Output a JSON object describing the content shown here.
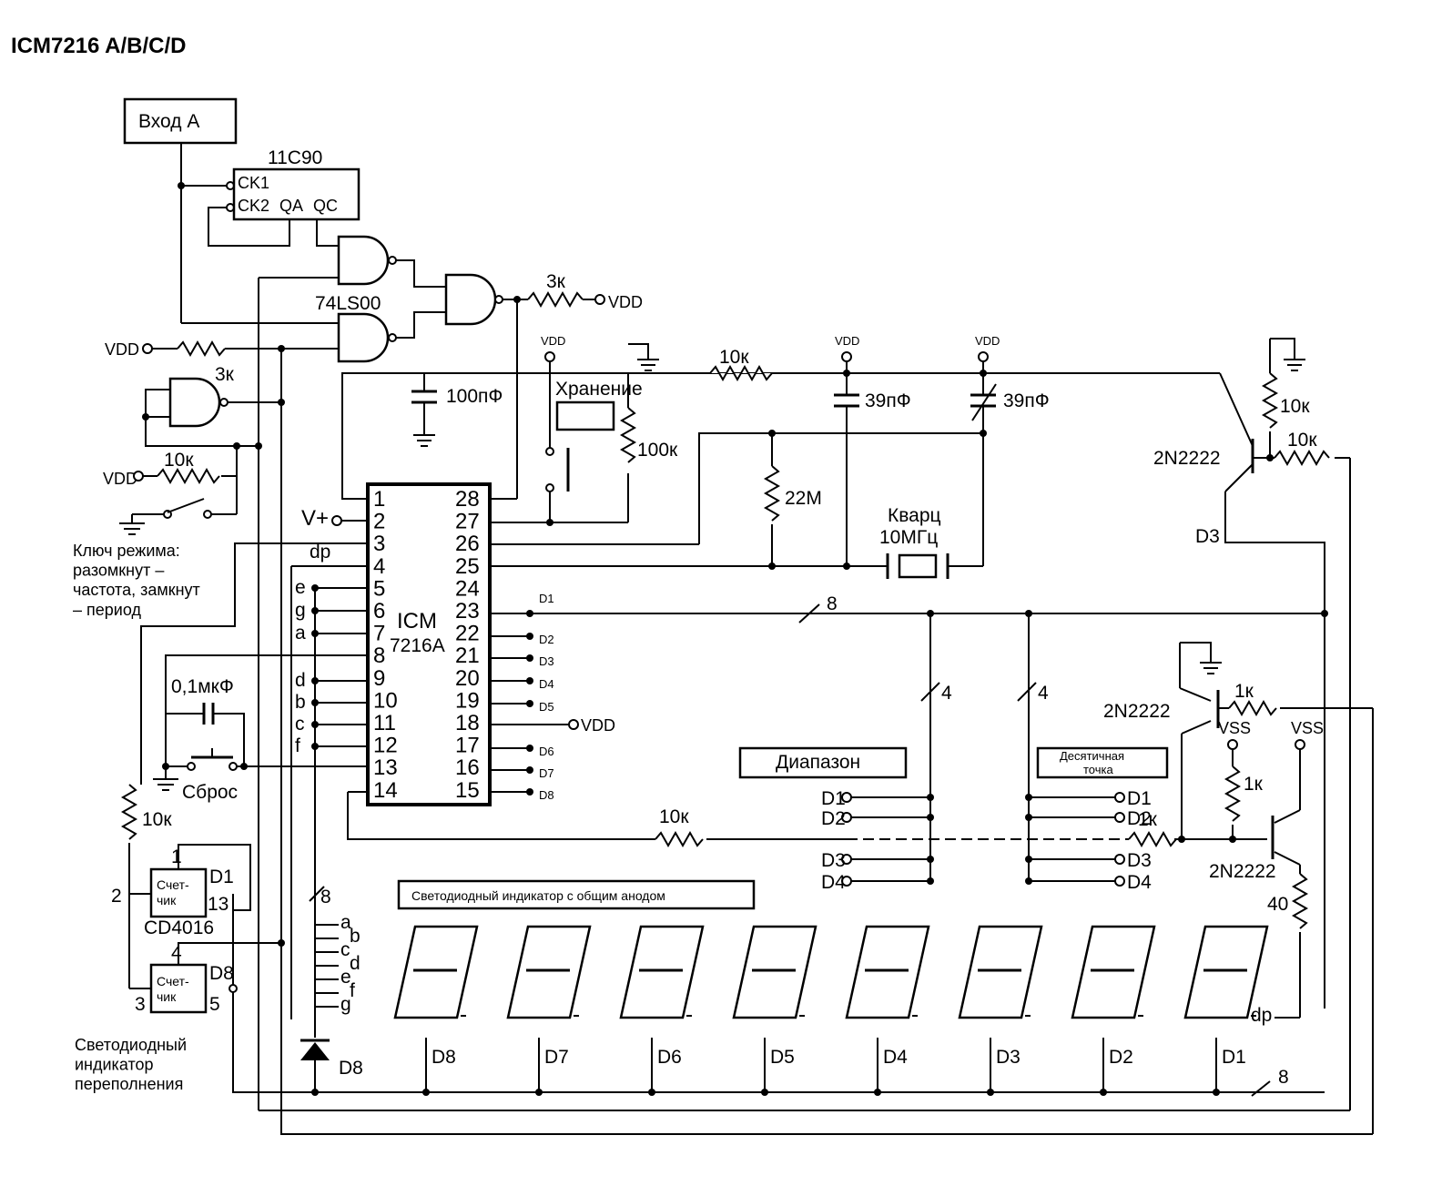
{
  "title": "ICM7216 A/B/C/D",
  "input_box": "Вход А",
  "chips": {
    "divider": {
      "name": "11C90",
      "ck1": "CK1",
      "ck2": "CK2",
      "qa": "QA",
      "qc": "QC"
    },
    "gates": "74LS00",
    "main_line1": "ICM",
    "main_line2": "7216A",
    "counter_label": "Счет-\nчик",
    "counter_part": "CD4016"
  },
  "pins_left": [
    "1",
    "2",
    "3",
    "4",
    "5",
    "6",
    "7",
    "8",
    "9",
    "10",
    "11",
    "12",
    "13",
    "14"
  ],
  "pins_right": [
    "28",
    "27",
    "26",
    "25",
    "24",
    "23",
    "22",
    "21",
    "20",
    "19",
    "18",
    "17",
    "16",
    "15"
  ],
  "segments_left": [
    "dp",
    "e",
    "g",
    "a",
    "d",
    "b",
    "c",
    "f"
  ],
  "digit_lines": [
    "D1",
    "D2",
    "D3",
    "D4",
    "D5",
    "D6",
    "D7",
    "D8"
  ],
  "components": {
    "r3k": "3к",
    "r10k": "10к",
    "r100k": "100к",
    "r22m": "22М",
    "r1k": "1к",
    "r40": "40",
    "c100p": "100пФ",
    "c39p": "39пФ",
    "c39p_var": "39пФ",
    "c01u": "0,1мкФ",
    "crystal_line1": "Кварц",
    "crystal_line2": "10МГц",
    "transistor": "2N2222"
  },
  "labels": {
    "vdd": "VDD",
    "vss": "VSS",
    "vplus": "V+",
    "hold": "Хранение",
    "mode_key": "Ключ режима:\nразомкнут –\nчастота, замкнут\n– период",
    "reset": "Сброс",
    "range": "Диапазон",
    "decimal_point_line1": "Десятичная",
    "decimal_point_line2": "точка",
    "led_display": "Светодиодный индикатор с общим анодом",
    "overflow_led": "Светодиодный\nиндикатор\nпереполнения",
    "bus8": "8",
    "bus4": "4",
    "dp": "dp",
    "d3_label": "D3",
    "d8_tilde": "D8"
  },
  "display_digits": [
    "D8",
    "D7",
    "D6",
    "D5",
    "D4",
    "D3",
    "D2",
    "D1"
  ],
  "led_segments": [
    "a",
    "b",
    "c",
    "d",
    "e",
    "f",
    "g"
  ],
  "switch_positions": [
    "D1",
    "D2",
    "D3",
    "D4"
  ],
  "counter_pins": {
    "p1": "1",
    "p2": "2",
    "p3": "3",
    "p4": "4",
    "p5": "5",
    "p13": "13"
  }
}
